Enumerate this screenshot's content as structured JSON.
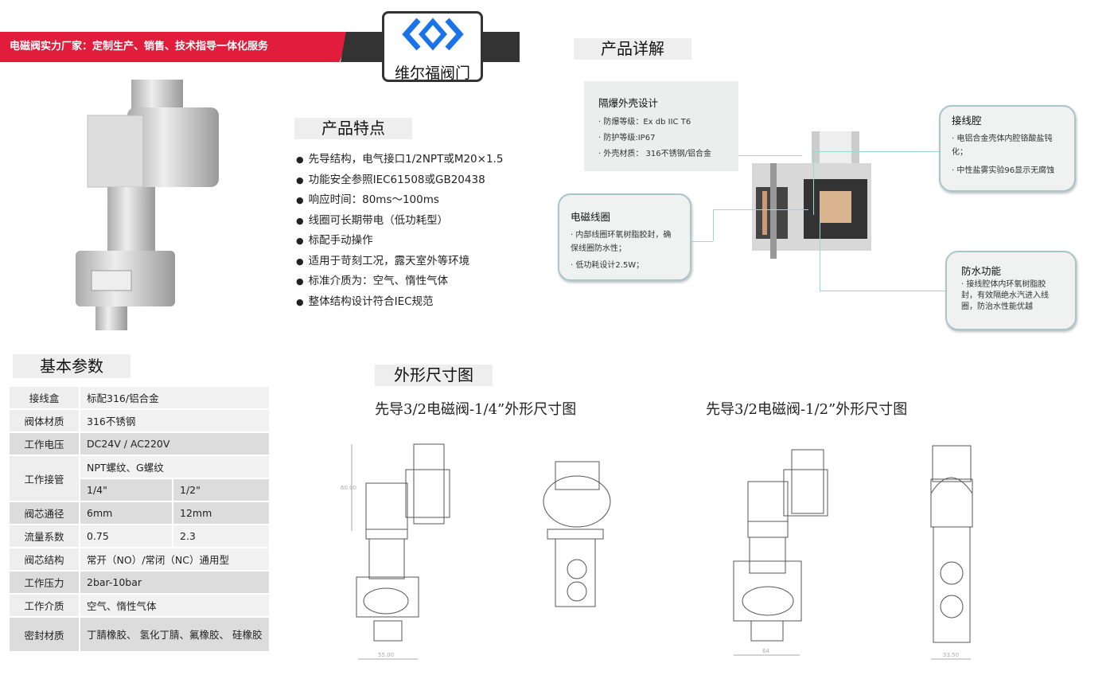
{
  "header": {
    "banner": "电磁阀实力厂家：定制生产、销售、技术指导一体化服务",
    "logo_text": "维尔福阀门",
    "logo_color": "#1a73e8",
    "banner_color": "#e21c3b"
  },
  "features": {
    "title": "产品特点",
    "items": [
      "先导结构，电气接口1/2NPT或M20×1.5",
      "功能安全参照IEC61508或GB20438",
      "响应时间：80ms～100ms",
      "线圈可长期带电（低功耗型）",
      "标配手动操作",
      "适用于苛刻工况，露天室外等环境",
      "标准介质为：空气、惰性气体",
      "整体结构设计符合IEC规范"
    ]
  },
  "detail": {
    "title": "产品详解",
    "callouts": [
      {
        "title": "隔爆外壳设计",
        "items": [
          "防爆等级：Ex db IIC T6",
          "防护等级:IP67",
          "外壳材质： 316不锈钢/铝合金"
        ]
      },
      {
        "title": "接线腔",
        "items": [
          "电铝合金壳体内腔铬酸盐钝化；",
          "中性盐雾实验96显示无腐蚀"
        ]
      },
      {
        "title": "电磁线圈",
        "items": [
          "内部线圈环氧树脂胶封，确保线圈防水性；",
          "低功耗设计2.5W；"
        ]
      },
      {
        "title": "防水功能",
        "items": [
          "接线腔体内环氧树脂胶封，有效隔绝水汽进入线圈，防治水性能优越"
        ]
      }
    ]
  },
  "params": {
    "title": "基本参数",
    "rows": [
      {
        "k": "接线盒",
        "v": "标配316/铝合金"
      },
      {
        "k": "阀体材质",
        "v": "316不锈钢"
      },
      {
        "k": "工作电压",
        "v": "DC24V  /  AC220V"
      },
      {
        "k": "工作接管",
        "v": "NPT螺纹、G螺纹",
        "a": "1/4\"",
        "b": "1/2\""
      },
      {
        "k": "阀芯通径",
        "a": "6mm",
        "b": "12mm"
      },
      {
        "k": "流量系数",
        "a": "0.75",
        "b": "2.3"
      },
      {
        "k": "阀芯结构",
        "v": "常开（NO）/常闭（NC）通用型"
      },
      {
        "k": "工作压力",
        "v": "2bar-10bar"
      },
      {
        "k": "工作介质",
        "v": "空气、惰性气体"
      },
      {
        "k": "密封材质",
        "v": "丁腈橡胶、 氢化丁腈、氟橡胶、 硅橡胶"
      }
    ]
  },
  "dimensions": {
    "title": "外形尺寸图",
    "drawing1": {
      "caption": "先导3/2电磁阀-1/4”外形尺寸图",
      "labels": [
        "60.00",
        "55.00"
      ]
    },
    "drawing2": {
      "caption": "先导3/2电磁阀-1/2”外形尺寸图",
      "labels": [
        "64",
        "33.50"
      ]
    }
  }
}
